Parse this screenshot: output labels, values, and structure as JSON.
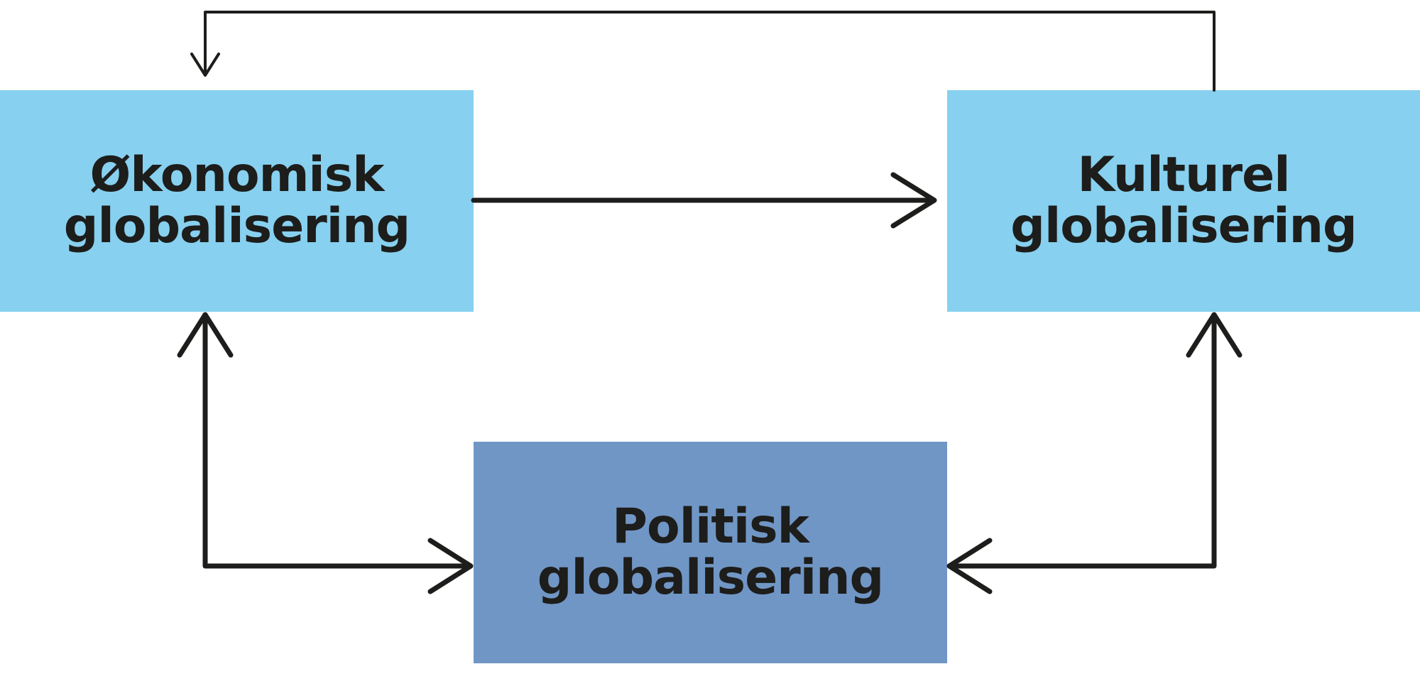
{
  "colors": {
    "light_box": "#87d0ef",
    "dark_box": "#7096c5",
    "text": "#1d1d1b",
    "arrow": "#1d1d1b"
  },
  "boxes": {
    "economic": {
      "line1": "Økonomisk",
      "line2": "globalisering"
    },
    "cultural": {
      "line1": "Kulturel",
      "line2": "globalisering"
    },
    "political": {
      "line1": "Politisk",
      "line2": "globalisering"
    }
  },
  "arrows": [
    {
      "from": "economic",
      "to": "cultural",
      "direction": "one-way"
    },
    {
      "from": "cultural",
      "to": "economic",
      "direction": "one-way",
      "style": "thin, over the top"
    },
    {
      "from": "economic",
      "to": "political",
      "direction": "two-way"
    },
    {
      "from": "cultural",
      "to": "political",
      "direction": "two-way"
    }
  ]
}
